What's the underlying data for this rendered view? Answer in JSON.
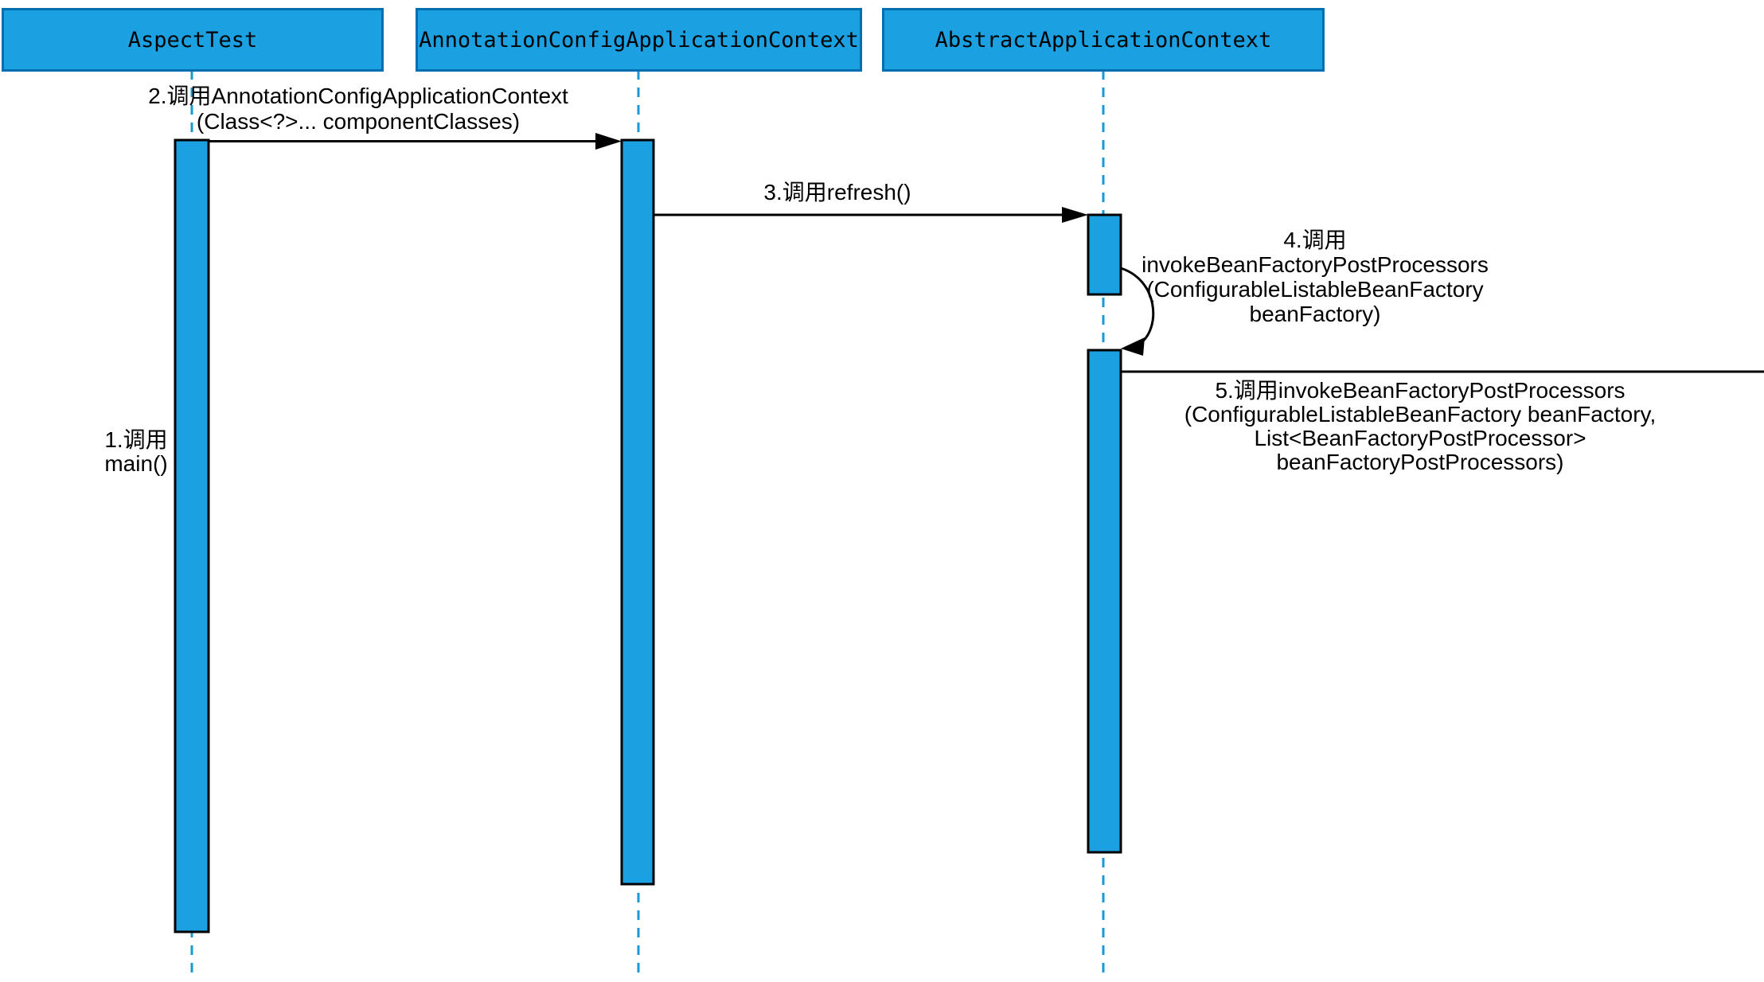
{
  "diagram_type": "uml-sequence",
  "actors": [
    {
      "label": "AspectTest"
    },
    {
      "label": "AnnotationConfigApplicationContext"
    },
    {
      "label": "AbstractApplicationContext"
    }
  ],
  "messages": [
    {
      "num": "1",
      "lines": [
        "1.调用",
        "main()"
      ]
    },
    {
      "num": "2",
      "lines": [
        "2.调用AnnotationConfigApplicationContext",
        "(Class<?>... componentClasses)"
      ]
    },
    {
      "num": "3",
      "lines": [
        "3.调用refresh()"
      ]
    },
    {
      "num": "4",
      "lines": [
        "4.调用",
        "invokeBeanFactoryPostProcessors",
        "(ConfigurableListableBeanFactory",
        "beanFactory)"
      ]
    },
    {
      "num": "5",
      "lines": [
        "5.调用invokeBeanFactoryPostProcessors",
        "(ConfigurableListableBeanFactory beanFactory,",
        "List<BeanFactoryPostProcessor>",
        "beanFactoryPostProcessors)"
      ]
    }
  ],
  "colors": {
    "shape_fill": "#1BA1E2",
    "shape_stroke": "#006EAF",
    "lifeline_stroke": "#1699D6",
    "message_stroke": "#000000",
    "text_color": "#000000"
  }
}
